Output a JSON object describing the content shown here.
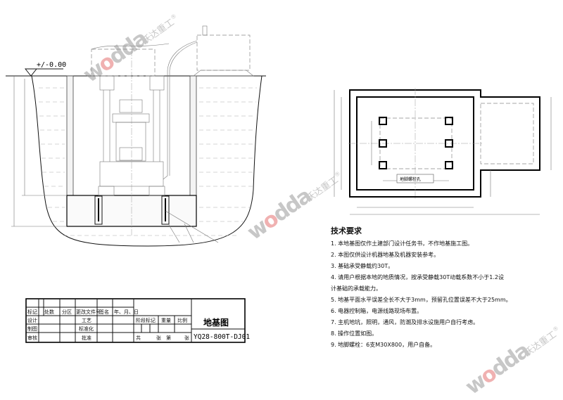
{
  "section_view": {
    "level_mark": "+/-0.00"
  },
  "plan_view": {
    "bolt_label": "地脚螺栓孔"
  },
  "requirements": {
    "title": "技术要求",
    "items": [
      "1. 本地基图仅作土建部门设计任务书，不作地基施工图。",
      "2. 本图仅供设计机器地基及机器安装参考。",
      "3. 基础承受静载约30T。",
      "4. 请用户根据本地的地质情况，按承受静载30T动载系数不小于1.2设",
      "计基础的承载能力。",
      "5. 地基平面水平误差全长不大于3mm，预留孔位置误差不大于25mm。",
      "6. 电器控制箱，电源线路现场布置。",
      "7. 主机地坑，照明，通风，防潮及排水设施用户自行考虑。",
      "8. 操作位置如图。",
      "9. 地脚螺栓：6支M30X800，用户自备。"
    ]
  },
  "title_block": {
    "headers": [
      "标记",
      "处数",
      "分区",
      "更改文件号",
      "签名",
      "年、月、日"
    ],
    "design": "设计",
    "draw": "制图",
    "review": "审核",
    "craft": "工艺",
    "standard": "标准化",
    "approve": "批准",
    "stage": "阶段标记",
    "weight": "重量",
    "scale": "比例",
    "sheets_total": "共",
    "sheet_unit1": "张",
    "sheet_no": "第",
    "sheet_unit2": "张",
    "drawing_title": "地基图",
    "drawing_number": "YQ28-800T-DJ01"
  },
  "watermark": {
    "logo": "wodda",
    "brand": "沃达重工",
    "registered": "®",
    "logo_colors": [
      "#9a9a9a",
      "#e57373"
    ]
  }
}
